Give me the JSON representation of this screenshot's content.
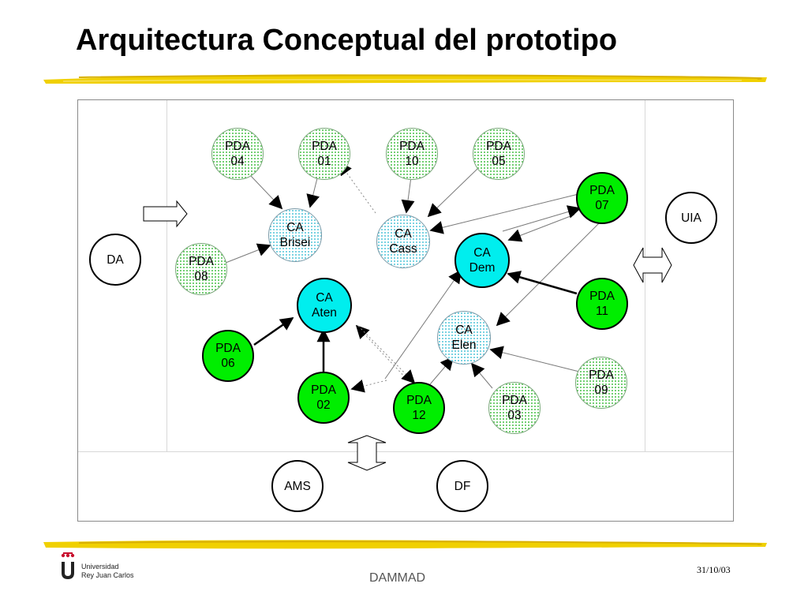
{
  "title": "Arquitectura Conceptual del prototipo",
  "nodes": {
    "pda04": [
      "PDA",
      "04"
    ],
    "pda01": [
      "PDA",
      "01"
    ],
    "pda10": [
      "PDA",
      "10"
    ],
    "pda05": [
      "PDA",
      "05"
    ],
    "pda07": [
      "PDA",
      "07"
    ],
    "pda08": [
      "PDA",
      "08"
    ],
    "pda11": [
      "PDA",
      "11"
    ],
    "pda06": [
      "PDA",
      "06"
    ],
    "pda02": [
      "PDA",
      "02"
    ],
    "pda12": [
      "PDA",
      "12"
    ],
    "pda03": [
      "PDA",
      "03"
    ],
    "pda09": [
      "PDA",
      "09"
    ],
    "ca_brisei": [
      "CA",
      "Brisei"
    ],
    "ca_cass": [
      "CA",
      "Cass"
    ],
    "ca_dem": [
      "CA",
      "Dem"
    ],
    "ca_aten": [
      "CA",
      "Aten"
    ],
    "ca_elen": [
      "CA",
      "Elen"
    ],
    "da": "DA",
    "uia": "UIA",
    "ams": "AMS",
    "df": "DF"
  },
  "colors": {
    "active_pda": "#00ee00",
    "active_ca": "#00eeee",
    "accent_stroke": "#e8c000"
  },
  "footer": {
    "university_line1": "Universidad",
    "university_line2": "Rey Juan Carlos",
    "center": "DAMMAD",
    "date": "31/10/03"
  }
}
